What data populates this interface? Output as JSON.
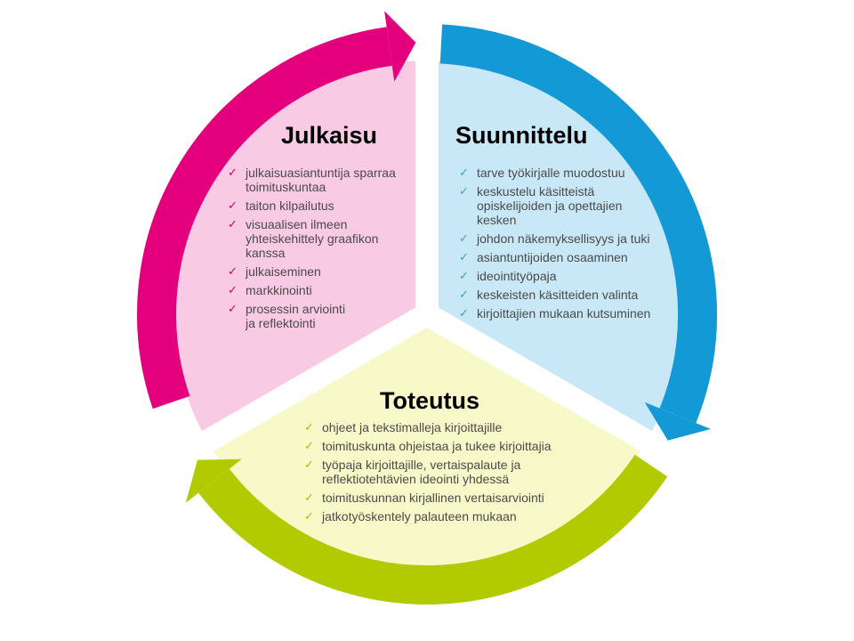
{
  "diagram": {
    "checkmark": "✓",
    "sections": [
      {
        "id": "julkaisu",
        "title": "Julkaisu",
        "items": [
          "julkaisuasiantuntija sparraa\ntoimituskuntaa",
          "taiton kilpailutus",
          "visuaalisen ilmeen\nyhteiskehittely graafikon\nkanssa",
          "julkaiseminen",
          "markkinointi",
          "prosessin arviointi\nja reflektointi"
        ]
      },
      {
        "id": "suunnittelu",
        "title": "Suunnittelu",
        "items": [
          "tarve työkirjalle muodostuu",
          "keskustelu käsitteistä\nopiskelijoiden ja opettajien\nkesken",
          "johdon näkemyksellisyys ja tuki",
          "asiantuntijoiden osaaminen",
          "ideointityöpaja",
          "keskeisten käsitteiden valinta",
          "kirjoittajien mukaan kutsuminen"
        ]
      },
      {
        "id": "toteutus",
        "title": "Toteutus",
        "items": [
          "ohjeet ja tekstimalleja kirjoittajille",
          "toimituskunta ohjeistaa ja tukee kirjoittajia",
          "työpaja kirjoittajille, vertaispalaute ja\nreflektiotehtävien ideointi yhdessä",
          "toimituskunnan kirjallinen vertaisarviointi",
          "jatkotyöskentely palauteen mukaan"
        ]
      }
    ],
    "colors": {
      "background": "#FFFFFF",
      "title_text": "#000000",
      "body_text": "#4A4A4A",
      "julkaisu_arrow": "#E4007C",
      "julkaisu_fill": "#F9CAE4",
      "julkaisu_check": "#CC0066",
      "suunnittelu_arrow": "#139AD6",
      "suunnittelu_fill": "#C8E8F8",
      "suunnittelu_check": "#36A0D9",
      "toteutus_arrow": "#B2CB00",
      "toteutus_fill": "#F8F9C9",
      "toteutus_check": "#A3BE0C"
    }
  }
}
